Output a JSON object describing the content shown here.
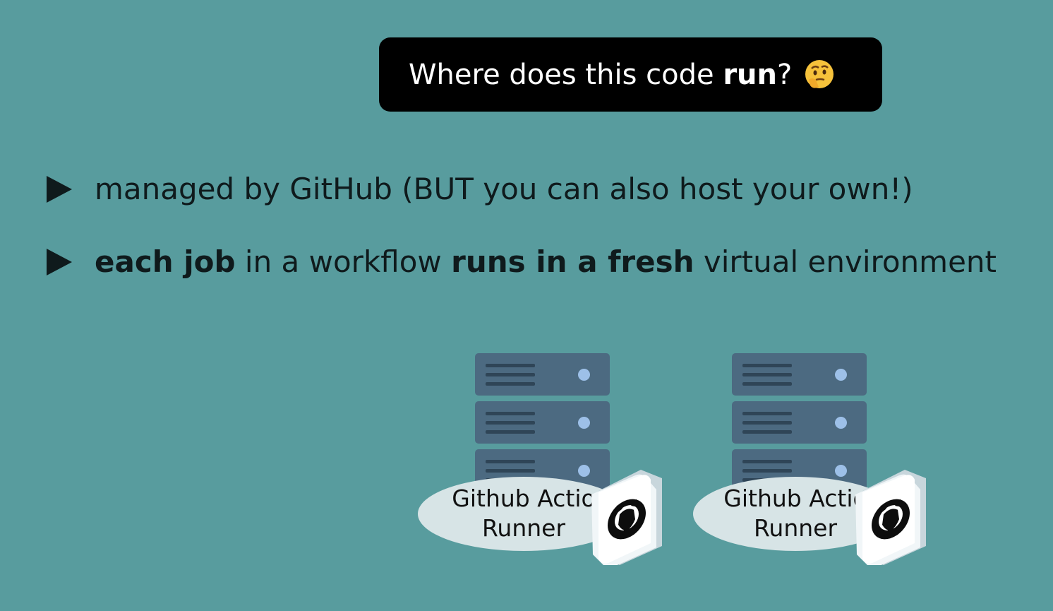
{
  "title": {
    "prefix": "Where does this code ",
    "strong": "run",
    "suffix": "?",
    "emoji": "thinking-face"
  },
  "bullets": [
    {
      "parts": [
        {
          "text": "managed by GitHub (BUT you can also host your own!)",
          "bold": false
        }
      ]
    },
    {
      "parts": [
        {
          "text": "each job",
          "bold": true
        },
        {
          "text": " in a workflow ",
          "bold": false
        },
        {
          "text": "runs in a fresh",
          "bold": true
        },
        {
          "text": " virtual environment",
          "bold": false
        }
      ]
    }
  ],
  "runners": [
    {
      "line1": "Github Actio",
      "line2": "Runner",
      "icon": "github-icon"
    },
    {
      "line1": "Github Actio",
      "line2": "Runner",
      "icon": "github-icon"
    }
  ],
  "colors": {
    "background": "#589c9e",
    "server": "#4c6a81",
    "led": "#9dc0e8"
  }
}
